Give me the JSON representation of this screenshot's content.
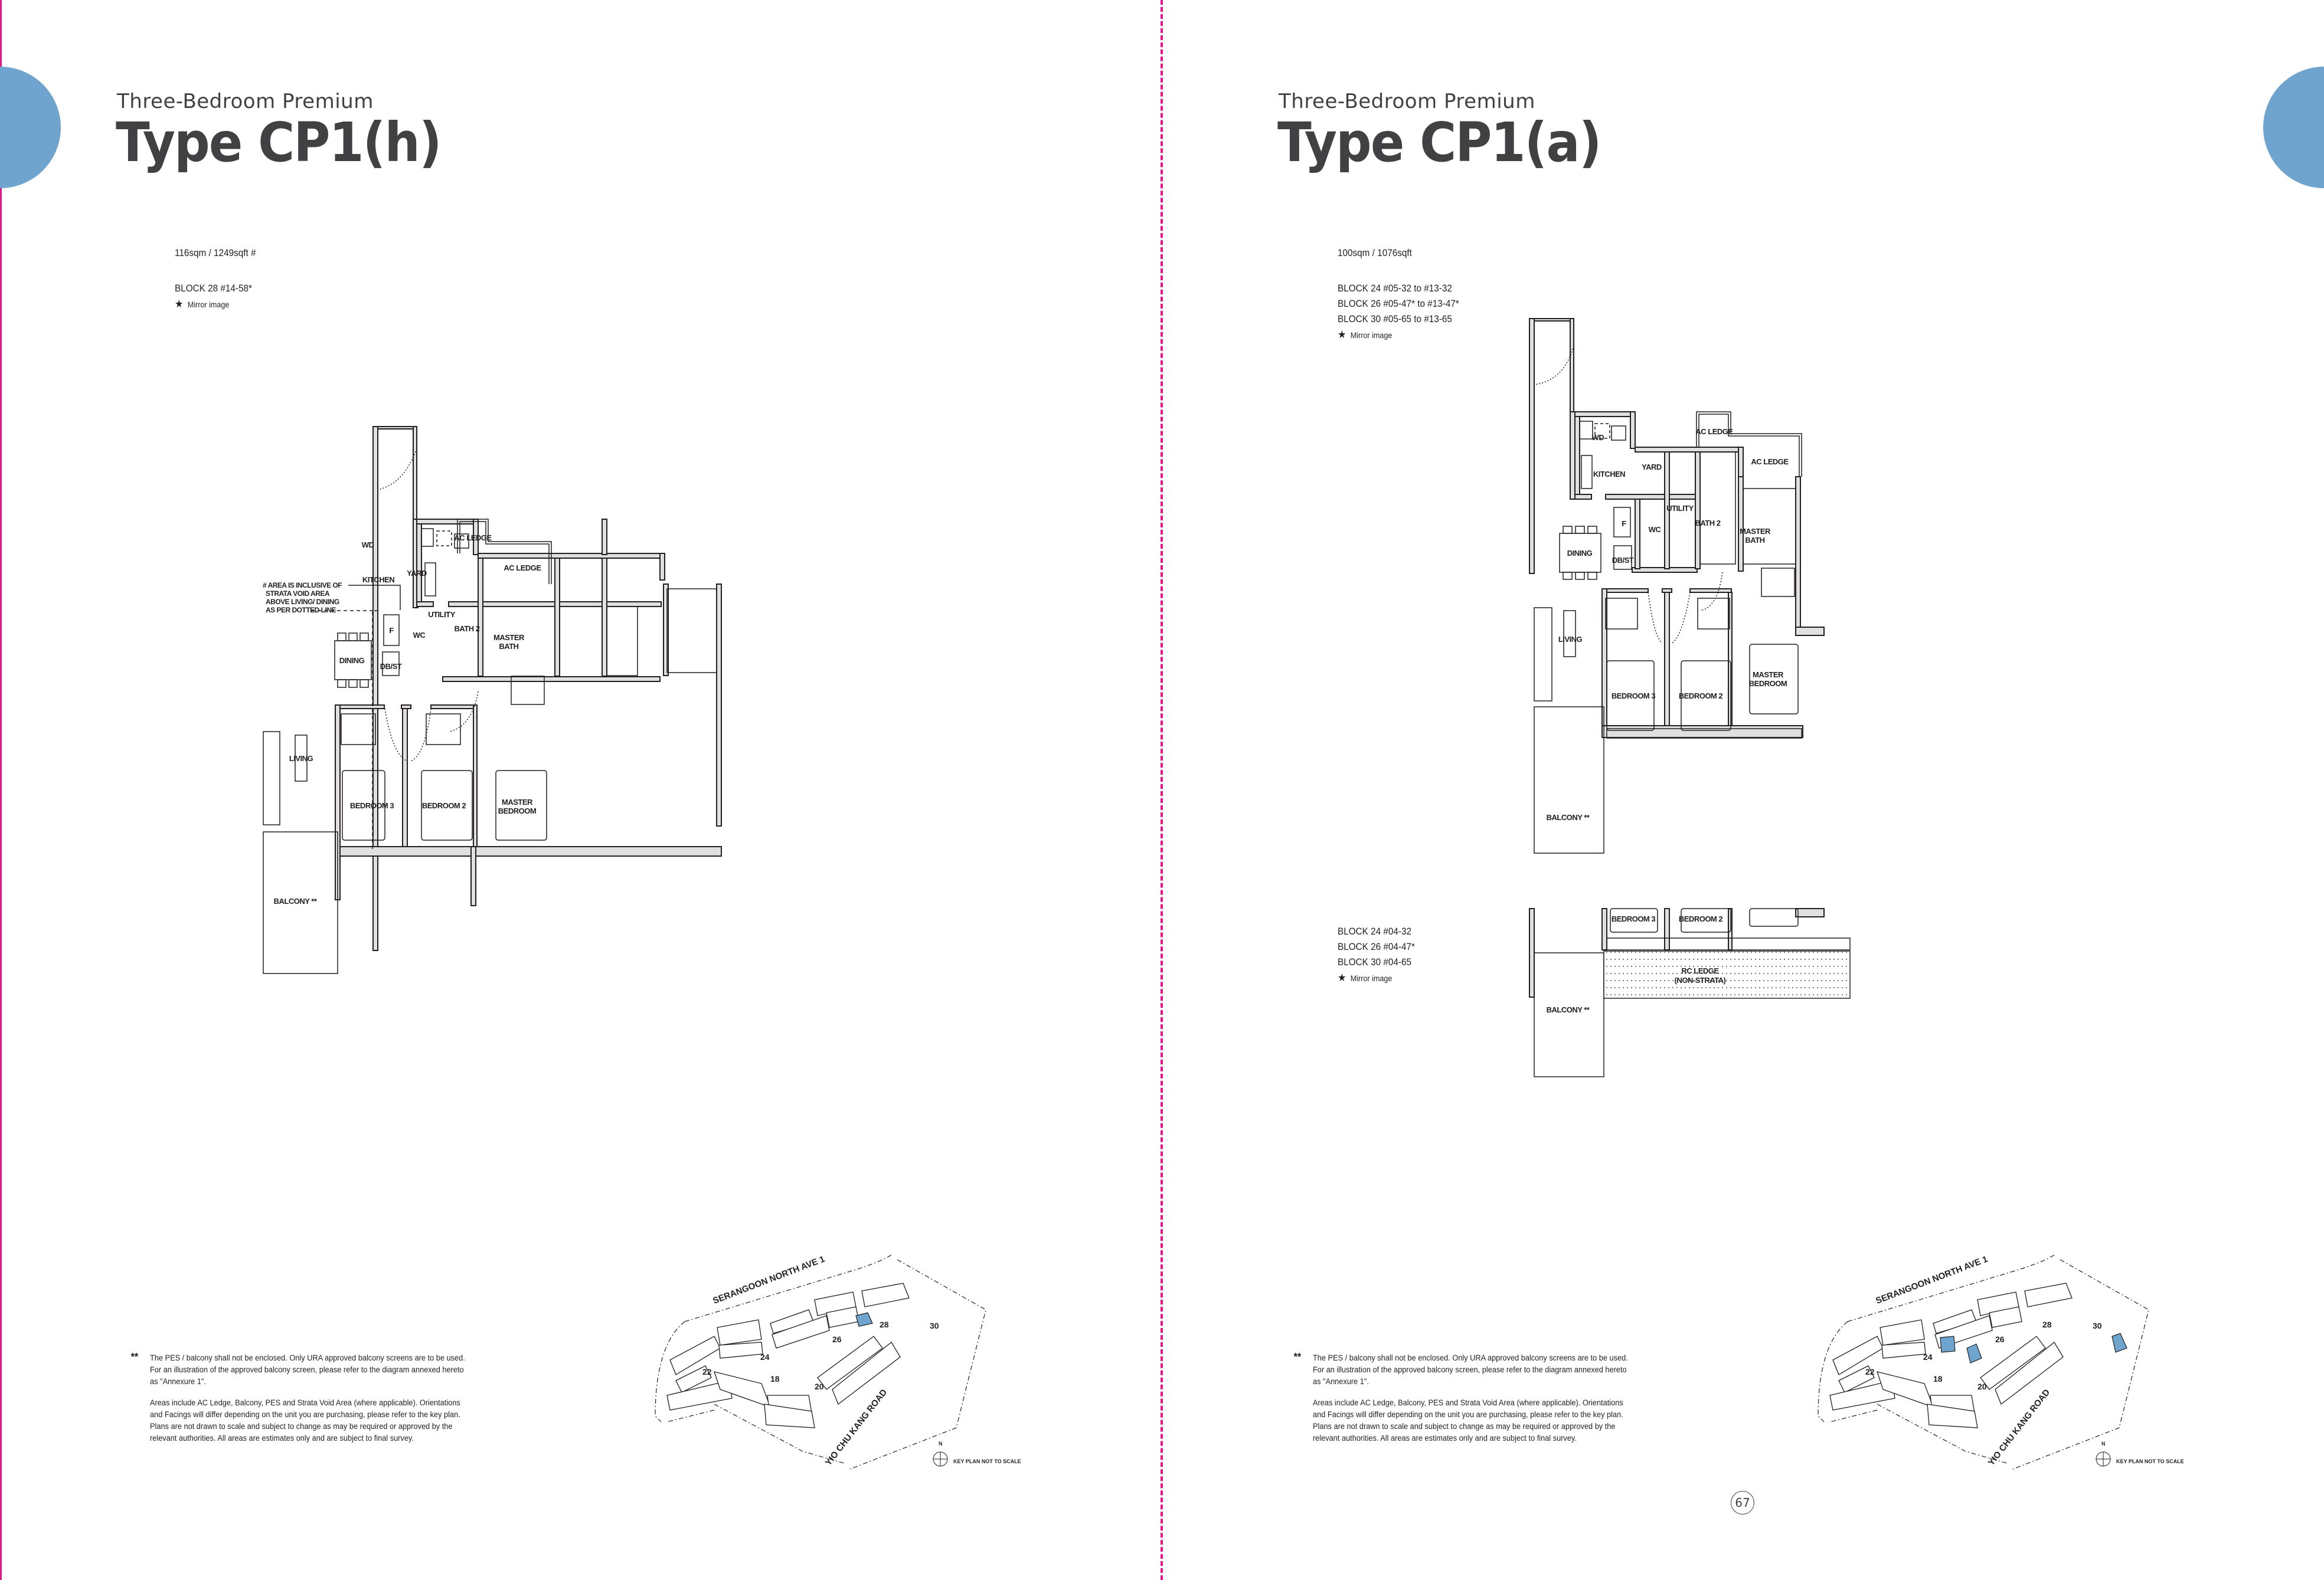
{
  "colors": {
    "accent_blue": "#6fa4ce",
    "fold_magenta": "#e0168a",
    "title_gray": "#414042",
    "wall_fill": "#e0e0e0",
    "highlight_unit": "#6fa4ce"
  },
  "left_page": {
    "category": "Three-Bedroom Premium",
    "type_title": "Type CP1(h)",
    "area": "116sqm / 1249sqft #",
    "blocks": [
      "BLOCK 28 #14-58*"
    ],
    "mirror_note": "Mirror image",
    "strata_note": [
      "# AREA IS INCLUSIVE OF",
      "STRATA VOID AREA",
      "ABOVE LIVING/ DINING",
      "AS PER DOTTED LINE"
    ],
    "rooms": {
      "wd": "WD",
      "kitchen": "KITCHEN",
      "yard": "YARD",
      "utility": "UTILITY",
      "ac_ledge_1": "AC LEDGE",
      "ac_ledge_2": "AC LEDGE",
      "bath2": "BATH 2",
      "master_bath_1": "MASTER",
      "master_bath_2": "BATH",
      "fridge": "F",
      "wc": "WC",
      "dbst": "DB/ST",
      "dining": "DINING",
      "living": "LIVING",
      "bedroom3": "BEDROOM 3",
      "bedroom2": "BEDROOM 2",
      "master_bed_1": "MASTER",
      "master_bed_2": "BEDROOM",
      "balcony": "BALCONY **"
    },
    "footnote_marker": "**",
    "footnotes": [
      "The PES / balcony shall not be enclosed. Only URA approved balcony screens are to be used. For an illustration of the approved balcony screen, please refer to the diagram annexed hereto as \"Annexure 1\".",
      "Areas include AC Ledge, Balcony, PES and Strata Void Area (where applicable). Orientations and Facings will differ depending on the unit you are purchasing, please refer to the key plan. Plans are not drawn to scale and subject to change as may be required or approved by the relevant authorities. All areas are estimates only and are subject to final survey."
    ],
    "keyplan": {
      "road_north": "SERANGOON NORTH AVE 1",
      "road_south": "YIO CHU KANG ROAD",
      "north": "N",
      "scale_note": "KEY PLAN NOT TO SCALE",
      "highlighted_units": [
        "58"
      ],
      "block_labels": [
        "22",
        "24",
        "26",
        "28",
        "30",
        "18",
        "20"
      ]
    }
  },
  "right_page": {
    "category": "Three-Bedroom Premium",
    "type_title": "Type CP1(a)",
    "area": "100sqm / 1076sqft",
    "blocks": [
      "BLOCK 24 #05-32 to #13-32",
      "BLOCK 26 #05-47* to #13-47*",
      "BLOCK 30 #05-65 to #13-65"
    ],
    "mirror_note": "Mirror image",
    "blocks_lower": [
      "BLOCK 24 #04-32",
      "BLOCK 26 #04-47*",
      "BLOCK 30 #04-65"
    ],
    "mirror_note_lower": "Mirror image",
    "rooms": {
      "wd": "WD",
      "kitchen": "KITCHEN",
      "yard": "YARD",
      "utility": "UTILITY",
      "ac_ledge_1": "AC LEDGE",
      "ac_ledge_2": "AC LEDGE",
      "bath2": "BATH 2",
      "master_bath_1": "MASTER",
      "master_bath_2": "BATH",
      "fridge": "F",
      "wc": "WC",
      "dbst": "DB/ST",
      "dining": "DINING",
      "living": "LIVING",
      "bedroom3": "BEDROOM 3",
      "bedroom2": "BEDROOM 2",
      "master_bed_1": "MASTER",
      "master_bed_2": "BEDROOM",
      "balcony": "BALCONY **",
      "balcony_lower": "BALCONY **",
      "bedroom3_lower": "BEDROOM 3",
      "bedroom2_lower": "BEDROOM 2",
      "rc_ledge_1": "RC LEDGE",
      "rc_ledge_2": "(NON-STRATA)"
    },
    "footnote_marker": "**",
    "footnotes": [
      "The PES / balcony shall not be enclosed. Only URA approved balcony screens are to be used. For an illustration of the approved balcony screen, please refer to the diagram annexed hereto as \"Annexure 1\".",
      "Areas include AC Ledge, Balcony, PES and Strata Void Area (where applicable). Orientations and Facings will differ depending on the unit you are purchasing, please refer to the key plan. Plans are not drawn to scale and subject to change as may be required or approved by the relevant authorities. All areas are estimates only and are subject to final survey."
    ],
    "keyplan": {
      "road_north": "SERANGOON NORTH AVE 1",
      "road_south": "YIO CHU KANG ROAD",
      "north": "N",
      "scale_note": "KEY PLAN NOT TO SCALE",
      "highlighted_units": [
        "32",
        "47",
        "65"
      ],
      "block_labels": [
        "22",
        "24",
        "26",
        "28",
        "30",
        "18",
        "20"
      ]
    },
    "page_number": "67"
  }
}
